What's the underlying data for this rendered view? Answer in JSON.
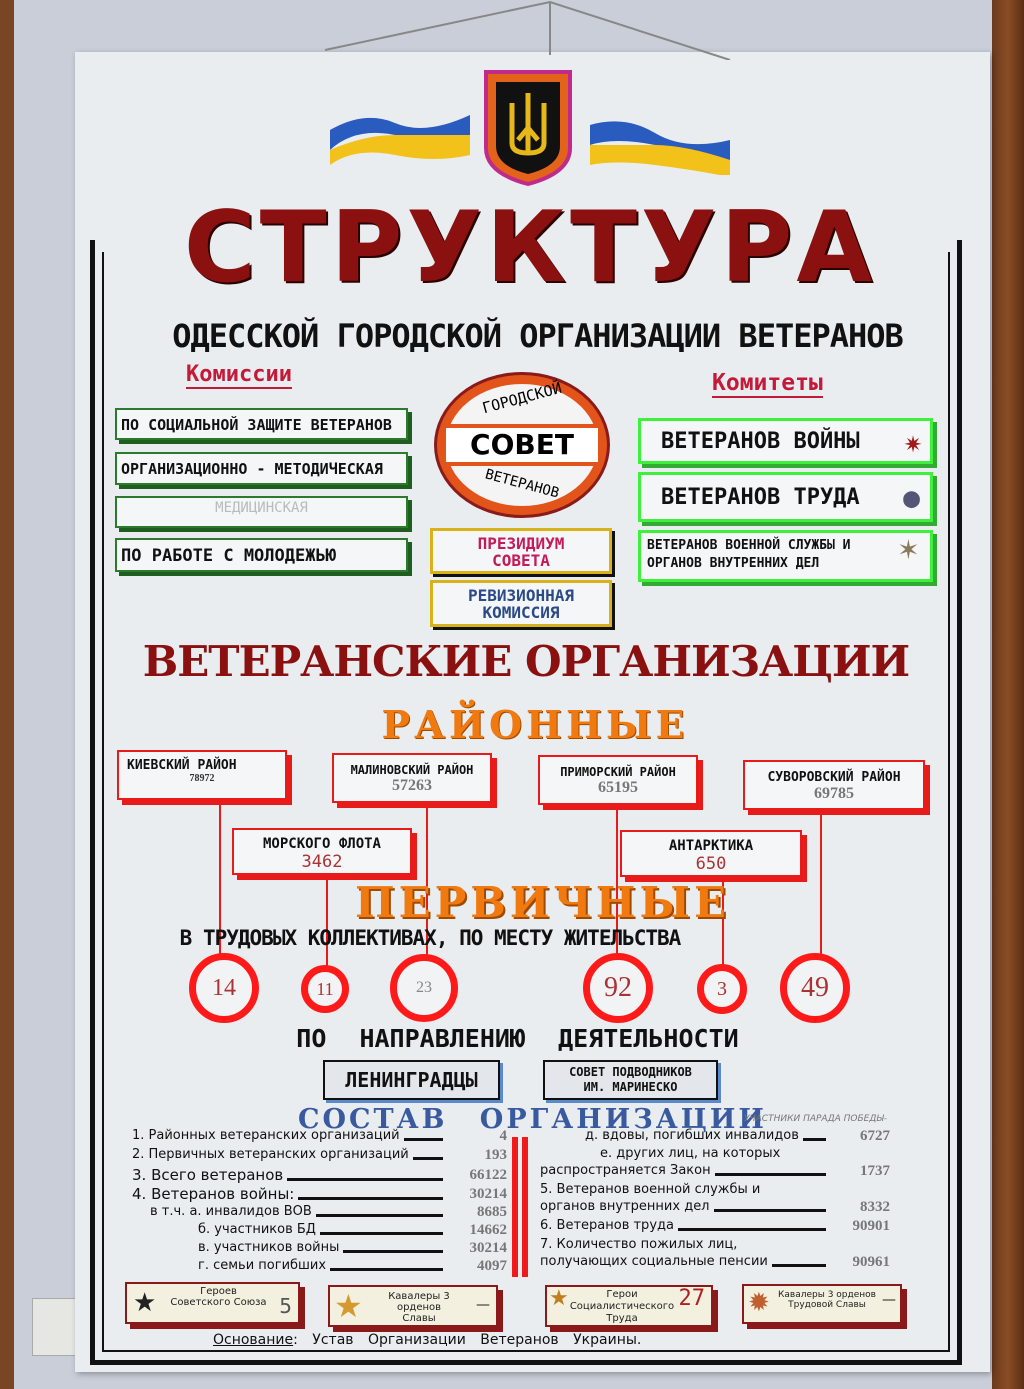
{
  "header": {
    "title": "СТРУКТУРА",
    "subtitle": "ОДЕССКОЙ ГОРОДСКОЙ ОРГАНИЗАЦИИ ВЕТЕРАНОВ"
  },
  "emblem": {
    "name": "trident-emblem-icon"
  },
  "commissions": {
    "label": "Комиссии",
    "items": [
      "ПО СОЦИАЛЬНОЙ ЗАЩИТЕ ВЕТЕРАНОВ",
      "ОРГАНИЗАЦИОННО - МЕТОДИЧЕСКАЯ",
      "МЕДИЦИНСКАЯ",
      "ПО РАБОТЕ С МОЛОДЕЖЬЮ"
    ]
  },
  "council": {
    "top": "ГОРОДСКОЙ",
    "center": "СОВЕТ",
    "bottom": "ВЕТЕРАНОВ"
  },
  "presidium": {
    "line1": "ПРЕЗИДИУМ",
    "line2": "СОВЕТА"
  },
  "revision": {
    "line1": "РЕВИЗИОННАЯ",
    "line2": "КОМИССИЯ"
  },
  "committees": {
    "label": "Комитеты",
    "items": [
      "ВЕТЕРАНОВ ВОЙНЫ",
      "ВЕТЕРАНОВ ТРУДА"
    ],
    "item3_line1": "ВЕТЕРАНОВ ВОЕННОЙ СЛУЖБЫ И",
    "item3_line2": "ОРГАНОВ ВНУТРЕННИХ ДЕЛ"
  },
  "orgs": {
    "title": "ВЕТЕРАНСКИЕ ОРГАНИЗАЦИИ",
    "district_heading": "РАЙОННЫЕ",
    "primary_heading": "ПЕРВИЧНЫЕ",
    "primary_sub": "В ТРУДОВЫХ КОЛЛЕКТИВАХ, ПО МЕСТУ ЖИТЕЛЬСТВА",
    "direction_heading": "ПО НАПРАВЛЕНИЮ ДЕЯТЕЛЬНОСТИ"
  },
  "districts": [
    {
      "name": "КИЕВСКИЙ РАЙОН",
      "value": "78972"
    },
    {
      "name": "МАЛИНОВСКИЙ РАЙОН",
      "value": "57263"
    },
    {
      "name": "ПРИМОРСКИЙ РАЙОН",
      "value": "65195"
    },
    {
      "name": "СУВОРОВСКИЙ РАЙОН",
      "value": "69785"
    },
    {
      "name": "МОРСКОГО ФЛОТА",
      "value": "3462"
    },
    {
      "name": "АНТАРКТИКА",
      "value": "650"
    }
  ],
  "primary_counts": [
    "14",
    "11",
    "23",
    "92",
    "3",
    "49"
  ],
  "direction": {
    "item1": "ЛЕНИНГРАДЦЫ",
    "item2_line1": "СОВЕТ ПОДВОДНИКОВ",
    "item2_line2": "ИМ. МАРИНЕСКО"
  },
  "composition": {
    "title": "СОСТАВ ОРГАНИЗАЦИИ",
    "note": "УЧАСТНИКИ ПАРАДА ПОБЕДЫ-",
    "left": [
      {
        "label": "1. Районных ветеранских организаций",
        "value": "4"
      },
      {
        "label": "2. Первичных ветеранских организаций",
        "value": "193"
      },
      {
        "label": "3. Всего ветеранов",
        "value": "66122"
      },
      {
        "label": "4. Ветеранов войны:",
        "value": "30214"
      },
      {
        "label": "в т.ч. а. инвалидов ВОВ",
        "value": "8685"
      },
      {
        "label": "б. участников БД",
        "value": "14662"
      },
      {
        "label": "в. участников войны",
        "value": "30214"
      },
      {
        "label": "г. семьи погибших",
        "value": "4097"
      }
    ],
    "right": [
      {
        "label": "д. вдовы, погибших инвалидов",
        "value": "6727"
      },
      {
        "label": "е. других лиц, на которых",
        "label2": "распространяется Закон",
        "value": "1737"
      },
      {
        "label": "5. Ветеранов военной службы и",
        "label2": "органов внутренних дел",
        "value": "8332"
      },
      {
        "label": "6. Ветеранов труда",
        "value": "90901"
      },
      {
        "label": "7. Количество пожилых лиц,",
        "label2": "получающих социальные пенсии",
        "value": "90961"
      }
    ]
  },
  "awards": [
    {
      "line1": "Героев",
      "line2": "Советского Союза",
      "value": "5"
    },
    {
      "line1": "Кавалеры 3 орденов",
      "line2": "Славы",
      "value": "—"
    },
    {
      "line1": "Герои",
      "line2": "Социалистического",
      "line3": "Труда",
      "value": "27"
    },
    {
      "line1": "Кавалеры 3 орденов",
      "line2": "Трудовой Славы",
      "value": "—"
    }
  ],
  "basis": {
    "label": "Основание",
    "text": ": Устав Организации Ветеранов Украины."
  },
  "colors": {
    "title_red": "#8b1010",
    "accent_red": "#e81a1a",
    "orange": "#f07a10",
    "blue": "#3a5aa0",
    "green": "#2c7a2c"
  }
}
